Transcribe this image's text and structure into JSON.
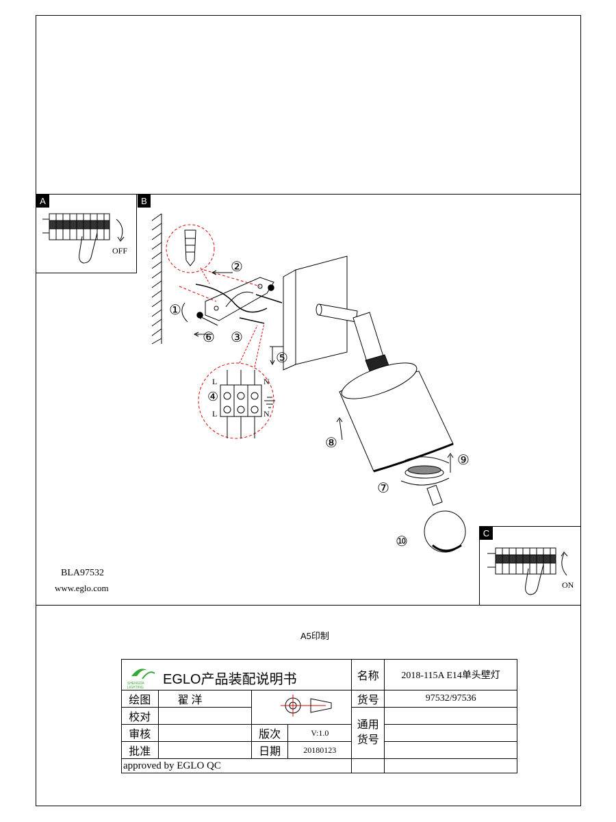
{
  "panels": {
    "a": {
      "badge": "A",
      "off_label": "OFF"
    },
    "b": {
      "badge": "B"
    },
    "c": {
      "badge": "C",
      "on_label": "ON"
    }
  },
  "steps": [
    "①",
    "②",
    "③",
    "④",
    "⑤",
    "⑥",
    "⑦",
    "⑧",
    "⑨",
    "⑩"
  ],
  "terminal": {
    "l": "L",
    "n": "N"
  },
  "model": "BLA97532",
  "website": "www.eglo.com",
  "print_note": "A5印制",
  "title_block": {
    "logo_text": "SHENGDA LIGHTING",
    "title": "EGLO产品装配说明书",
    "name_label": "名称",
    "name_value": "2018-115A E14单头壁灯",
    "drawn_label": "绘图",
    "drawn_value": "翟 洋",
    "item_label": "货号",
    "item_value": "97532/97536",
    "check_label": "校对",
    "review_label": "审核",
    "version_label": "版次",
    "version_value": "V:1.0",
    "general_label_1": "通用",
    "general_label_2": "货号",
    "approve_label": "批准",
    "date_label": "日期",
    "date_value": "20180123",
    "approved_by": "approved by EGLO QC"
  }
}
